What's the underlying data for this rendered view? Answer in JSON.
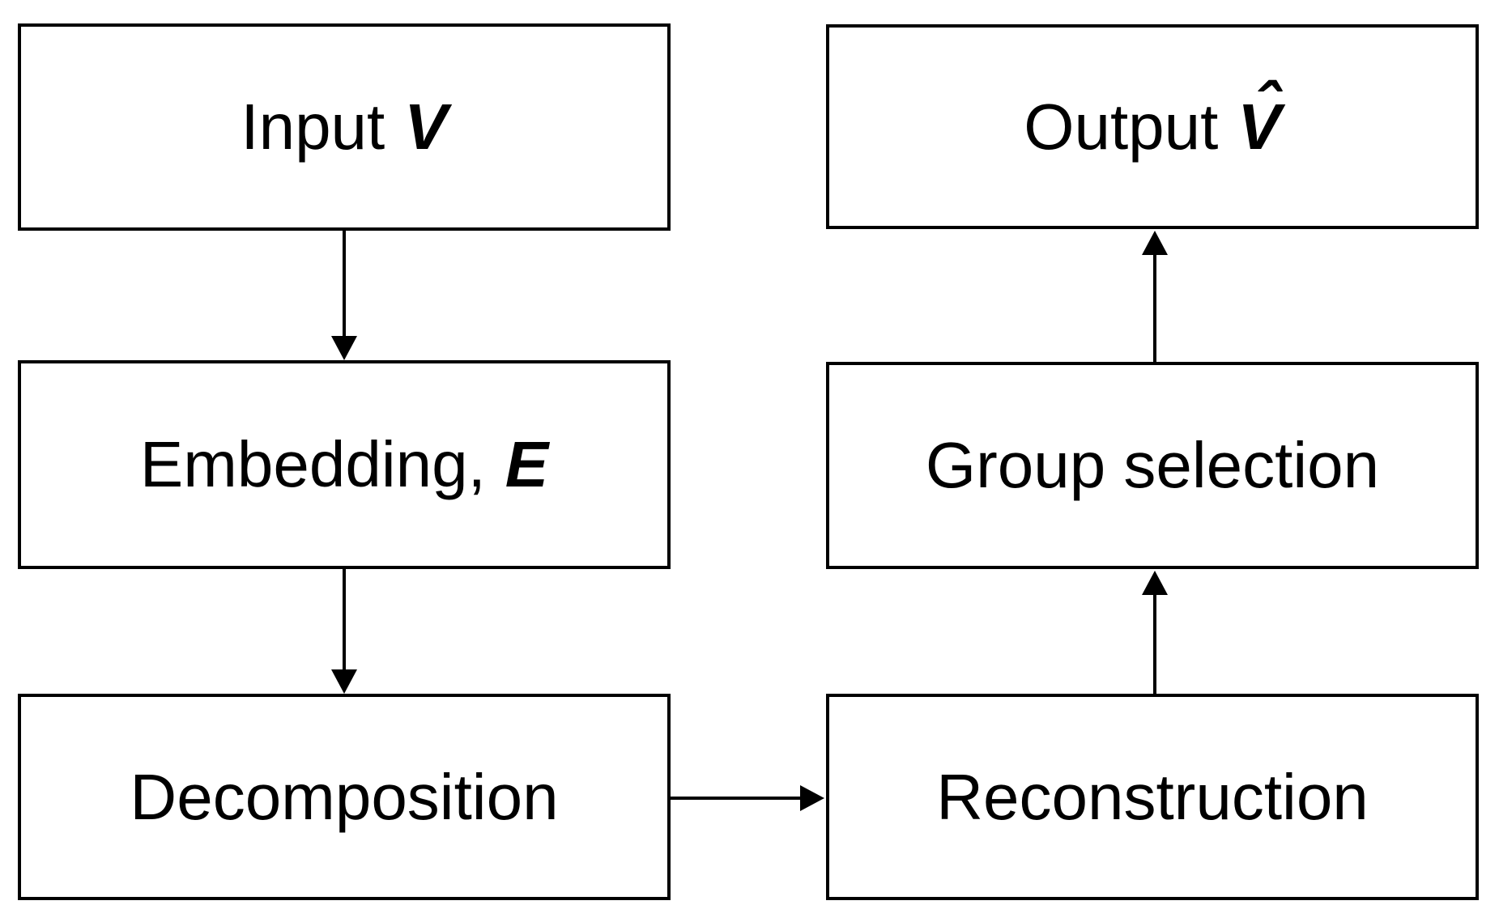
{
  "background_color": "#ffffff",
  "stroke_color": "#000000",
  "boxes": {
    "input": {
      "label": "Input",
      "symbol": "V"
    },
    "embedding": {
      "label": "Embedding,",
      "symbol": "E"
    },
    "decomposition": {
      "label": "Decomposition"
    },
    "output": {
      "label": "Output",
      "symbol": "V",
      "accent": "ˆ"
    },
    "group_selection": {
      "label": "Group selection"
    },
    "reconstruction": {
      "label": "Reconstruction"
    }
  },
  "connections": [
    {
      "from": "Input V",
      "to": "Embedding, E",
      "direction": "down"
    },
    {
      "from": "Embedding, E",
      "to": "Decomposition",
      "direction": "down"
    },
    {
      "from": "Decomposition",
      "to": "Reconstruction",
      "direction": "right"
    },
    {
      "from": "Reconstruction",
      "to": "Group selection",
      "direction": "up"
    },
    {
      "from": "Group selection",
      "to": "Output V̂",
      "direction": "up"
    }
  ]
}
